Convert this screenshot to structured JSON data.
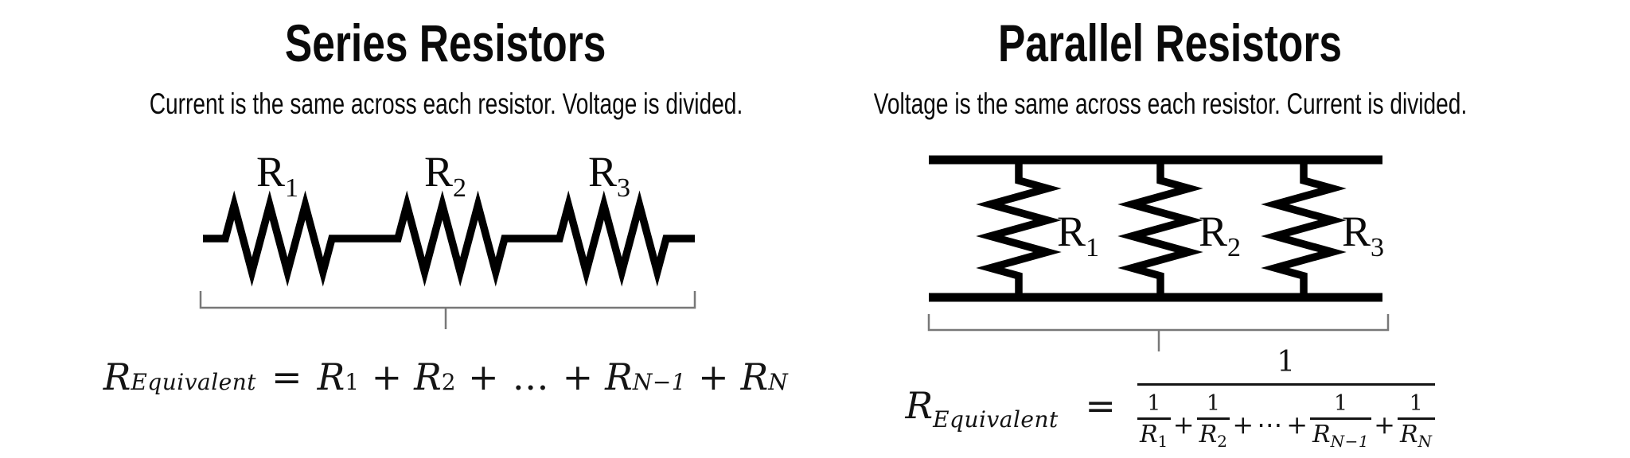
{
  "series": {
    "title": "Series Resistors",
    "subtitle": "Current is the same across each resistor. Voltage is divided.",
    "labels": [
      {
        "base": "R",
        "sub": "1"
      },
      {
        "base": "R",
        "sub": "2"
      },
      {
        "base": "R",
        "sub": "3"
      }
    ],
    "formula": {
      "lhs_base": "R",
      "lhs_sub": "Equivalent",
      "equals": "=",
      "term1_base": "R",
      "term1_sub": "1",
      "term2_base": "R",
      "term2_sub": "2",
      "term3_base": "R",
      "term3_sub": "N−1",
      "term4_base": "R",
      "term4_sub": "N",
      "plus": "+",
      "ellipsis": "…"
    }
  },
  "parallel": {
    "title": "Parallel Resistors",
    "subtitle": "Voltage is the same across each resistor. Current is divided.",
    "labels": [
      {
        "base": "R",
        "sub": "1"
      },
      {
        "base": "R",
        "sub": "2"
      },
      {
        "base": "R",
        "sub": "3"
      }
    ],
    "formula": {
      "lhs_base": "R",
      "lhs_sub": "Equivalent",
      "equals": "=",
      "numerator": "1",
      "plus": "+",
      "cdots": "⋯",
      "terms": [
        {
          "num": "1",
          "den_base": "R",
          "den_sub": "1"
        },
        {
          "num": "1",
          "den_base": "R",
          "den_sub": "2"
        },
        {
          "num": "1",
          "den_base": "R",
          "den_sub": "N−1"
        },
        {
          "num": "1",
          "den_base": "R",
          "den_sub": "N"
        }
      ]
    }
  },
  "colors": {
    "background": "#ffffff",
    "ink": "#000000",
    "brace": "#787878"
  }
}
